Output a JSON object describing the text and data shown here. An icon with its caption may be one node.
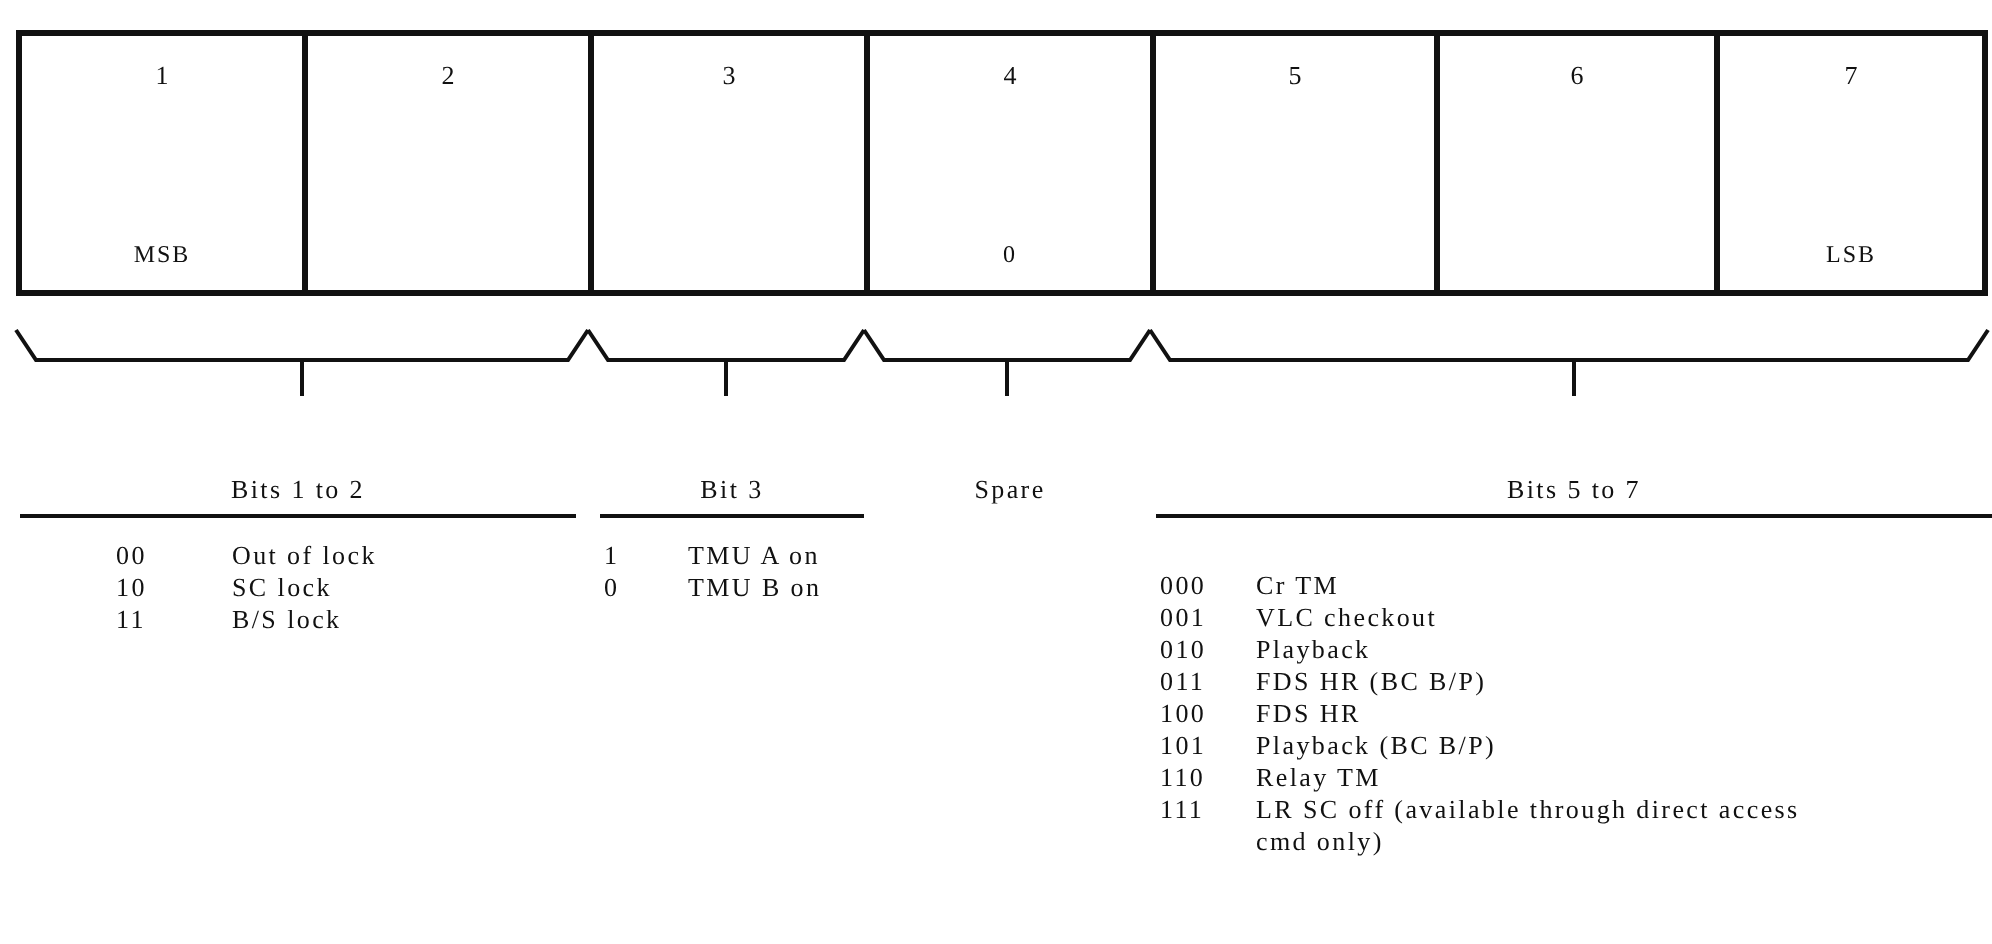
{
  "diagram": {
    "nodes": [
      {
        "text": [
          "1",
          "MSB"
        ]
      },
      {
        "text": [
          "2"
        ]
      },
      {
        "text": [
          "3"
        ]
      },
      {
        "text": [
          "4",
          "0"
        ]
      },
      {
        "text": [
          "5"
        ]
      },
      {
        "text": [
          "6"
        ]
      },
      {
        "text": [
          "7",
          "LSB"
        ]
      }
    ],
    "labels": [
      "Bits 1 to 2",
      "Bit 3",
      "Spare",
      "Bits 5 to 7",
      "00",
      "Out of lock",
      "10",
      "SC lock",
      "11",
      "B/S lock",
      "1",
      "TMU A on",
      "0",
      "TMU B on",
      "000",
      "Cr TM",
      "001",
      "VLC checkout",
      "010",
      "Playback",
      "011",
      "FDS HR (BC B/P)",
      "100",
      "FDS HR",
      "101",
      "Playback (BC B/P)",
      "110",
      "Relay TM",
      "111",
      "LR SC off (available through direct access cmd only)"
    ]
  }
}
